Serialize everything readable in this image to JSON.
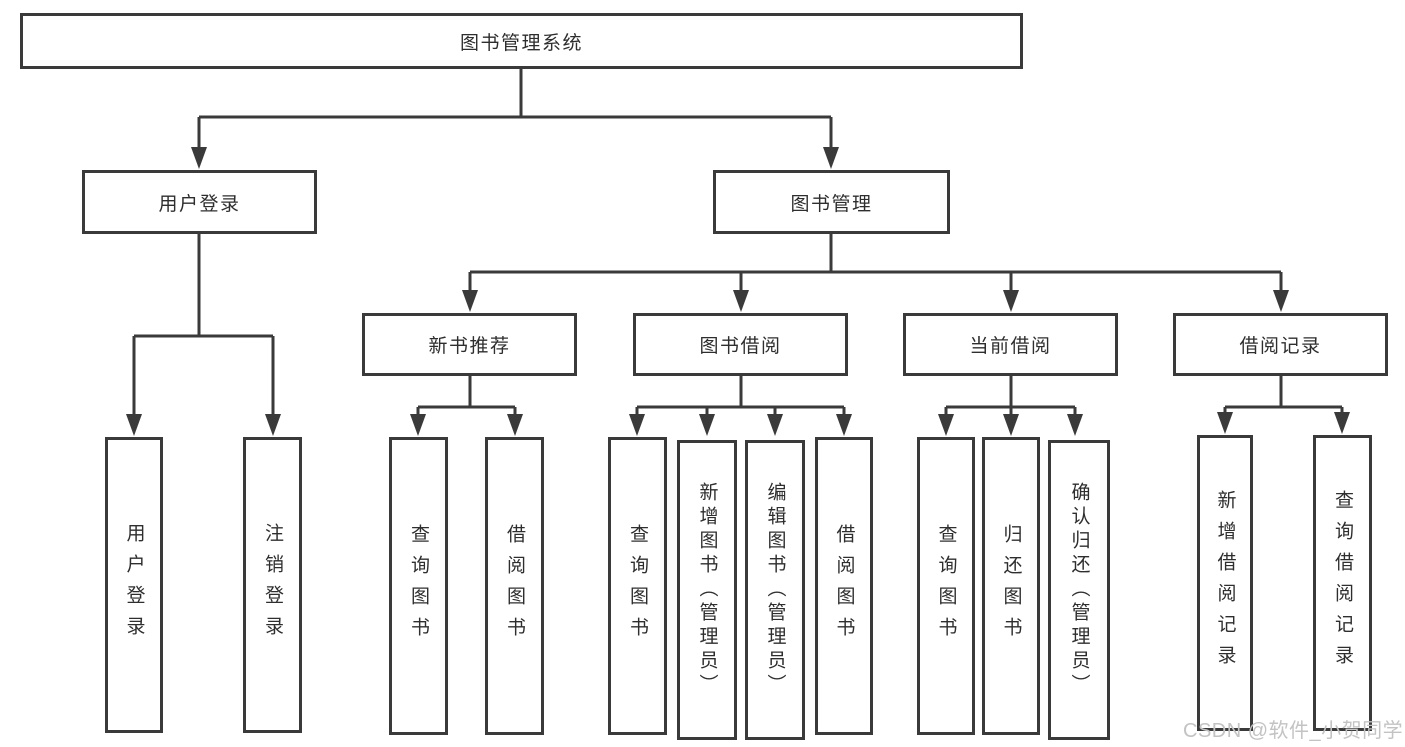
{
  "nodes": {
    "root": {
      "label": "图书管理系统"
    },
    "userLogin": {
      "label": "用户登录",
      "children": [
        {
          "label": "用户登录"
        },
        {
          "label": "注销登录"
        }
      ]
    },
    "bookManagement": {
      "label": "图书管理",
      "sections": [
        {
          "label": "新书推荐",
          "children": [
            {
              "label": "查询图书"
            },
            {
              "label": "借阅图书"
            }
          ]
        },
        {
          "label": "图书借阅",
          "children": [
            {
              "label": "查询图书"
            },
            {
              "label": "新增图书（管理员）"
            },
            {
              "label": "编辑图书（管理员）"
            },
            {
              "label": "借阅图书"
            }
          ]
        },
        {
          "label": "当前借阅",
          "children": [
            {
              "label": "查询图书"
            },
            {
              "label": "归还图书"
            },
            {
              "label": "确认归还（管理员）"
            }
          ]
        },
        {
          "label": "借阅记录",
          "children": [
            {
              "label": "新增借阅记录"
            },
            {
              "label": "查询借阅记录"
            }
          ]
        }
      ]
    }
  },
  "watermark": {
    "text": "CSDN @软件_小贺同学"
  },
  "colors": {
    "line": "#3a3a3a",
    "text": "#2e2e2e",
    "watermark": "#c3c3c3",
    "background": "#ffffff"
  }
}
